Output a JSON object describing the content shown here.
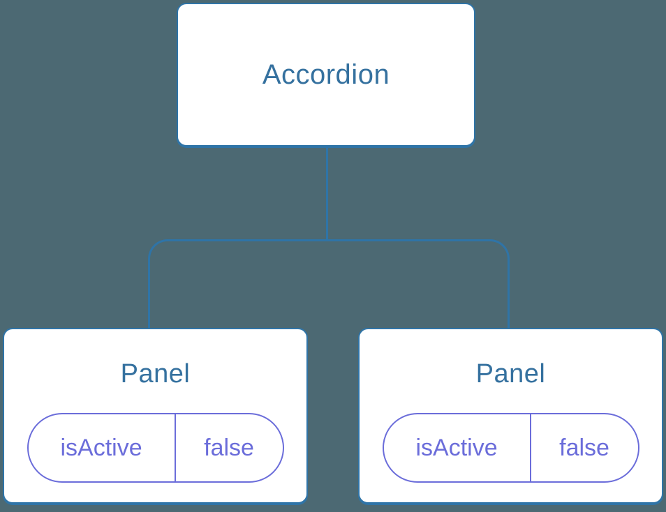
{
  "diagram": {
    "root": {
      "label": "Accordion"
    },
    "children": [
      {
        "label": "Panel",
        "state": {
          "key": "isActive",
          "value": "false"
        }
      },
      {
        "label": "Panel",
        "state": {
          "key": "isActive",
          "value": "false"
        }
      }
    ]
  },
  "colors": {
    "background": "#4C6973",
    "connector": "#2F74A7",
    "node_fill": "#FFFFFF",
    "title_text": "#35719F",
    "state_accent": "#6B6DDA"
  }
}
